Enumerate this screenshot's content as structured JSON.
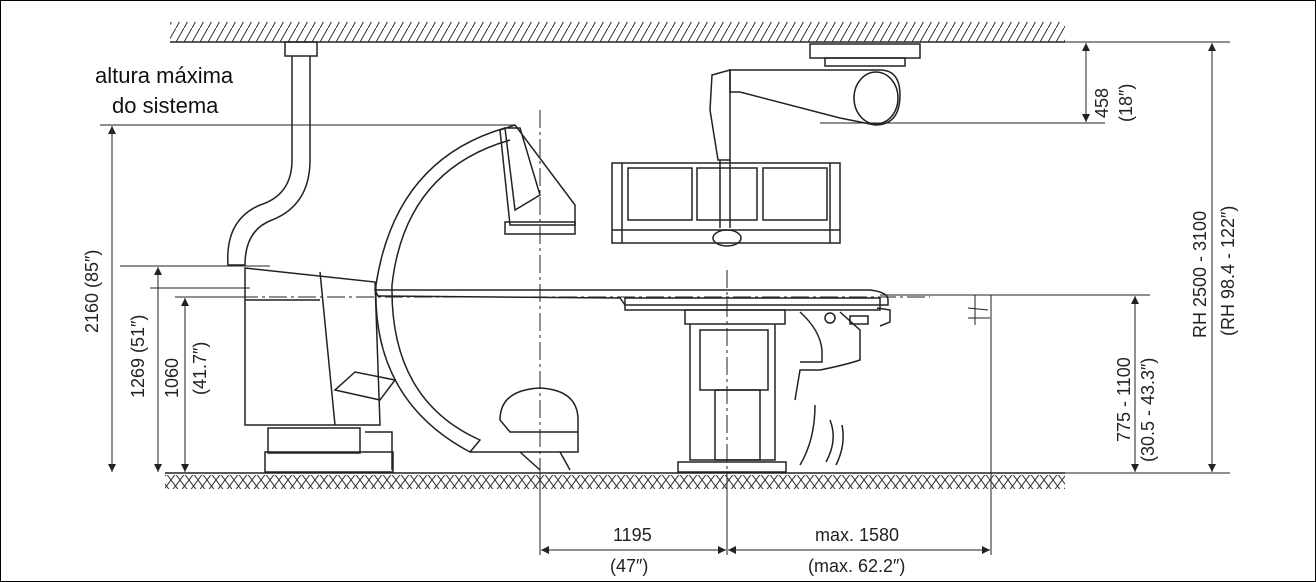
{
  "labels": {
    "max_height_line1": "altura máxima",
    "max_height_line2": "do sistema"
  },
  "dimensions": {
    "top_458": "458",
    "top_458_in": "(18″)",
    "left_2160": "2160 (85″)",
    "left_1269": "1269 (51″)",
    "left_1060": "1060",
    "left_1060_in": "(41.7″)",
    "right_775_1100": "775 - 1100",
    "right_775_1100_in": "(30.5 - 43.3″)",
    "room_height": "RH 2500 - 3100",
    "room_height_in": "(RH 98.4 - 122″)",
    "bottom_1195": "1195",
    "bottom_1195_in": "(47″)",
    "bottom_1580": "max. 1580",
    "bottom_1580_in": "(max. 62.2″)"
  }
}
